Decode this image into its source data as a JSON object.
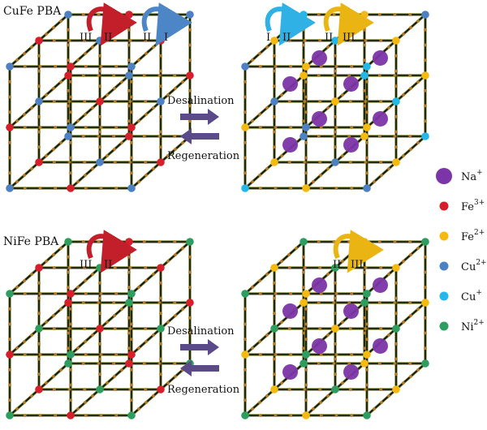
{
  "panels": [
    {
      "title": "CuFe PBA",
      "left_arrows": [
        [
          "III",
          "II"
        ],
        [
          "II",
          "I"
        ]
      ],
      "right_arrows": [
        [
          "I",
          "II"
        ],
        [
          "II",
          "III"
        ]
      ]
    },
    {
      "title": "NiFe PBA",
      "left_arrows": [
        [
          "III",
          "II"
        ]
      ],
      "right_arrows": [
        [
          "II",
          "III"
        ]
      ]
    }
  ],
  "process": {
    "forward": "Desalination",
    "backward": "Regeneration"
  },
  "legend": [
    {
      "ion": "Na",
      "charge": "+",
      "color": "#7b35a8"
    },
    {
      "ion": "Fe",
      "charge": "3+",
      "color": "#d71f2b"
    },
    {
      "ion": "Fe",
      "charge": "2+",
      "color": "#f6b910"
    },
    {
      "ion": "Cu",
      "charge": "2+",
      "color": "#4e80c4"
    },
    {
      "ion": "Cu",
      "charge": "+",
      "color": "#24b8ea"
    },
    {
      "ion": "Ni",
      "charge": "2+",
      "color": "#2e9e60"
    }
  ],
  "colors": {
    "bond_dark": "#111111",
    "bond_olive": "#6b7a1e",
    "linker": "#b5792a",
    "arrow_fe3_fe2": "#c21f2a",
    "arrow_cu2_cu1": "#4c86c6",
    "arrow_cu1_cu2": "#2fb1e6",
    "arrow_fe2_fe3": "#eab513",
    "process_arrow": "#5a4a8a"
  }
}
